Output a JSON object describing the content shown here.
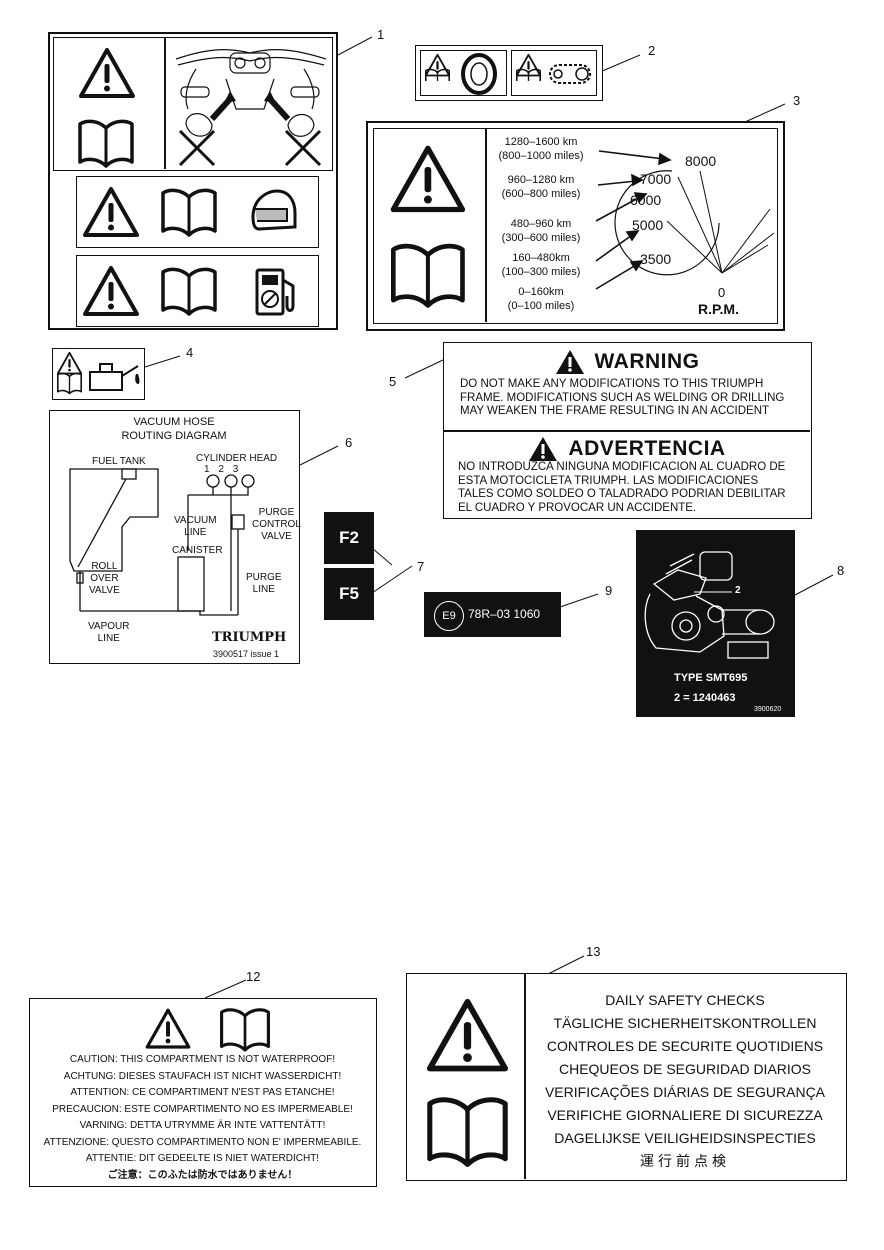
{
  "callouts": [
    "1",
    "2",
    "3",
    "4",
    "5",
    "6",
    "7",
    "8",
    "9",
    "12",
    "13"
  ],
  "label3": {
    "ranges": [
      {
        "km": "1280–1600 km",
        "miles": "(800–1000 miles)"
      },
      {
        "km": "960–1280 km",
        "miles": "(600–800 miles)"
      },
      {
        "km": "480–960 km",
        "miles": "(300–600 miles)"
      },
      {
        "km": "160–480km",
        "miles": "(100–300 miles)"
      },
      {
        "km": "0–160km",
        "miles": "(0–100 miles)"
      }
    ],
    "rpm_values": [
      "8000",
      "7000",
      "6000",
      "5000",
      "3500",
      "0"
    ],
    "rpm_label": "R.P.M."
  },
  "label5": {
    "warning_title": "WARNING",
    "warning_lines": [
      "DO  NOT MAKE ANY MODIFICATIONS TO THIS TRIUMPH",
      "FRAME.  MODIFICATIONS SUCH AS WELDING OR DRILLING",
      "MAY WEAKEN THE FRAME RESULTING IN AN ACCIDENT"
    ],
    "advertencia_title": "ADVERTENCIA",
    "advertencia_lines": [
      "NO INTRODUZCA NINGUNA MODIFICACION AL CUADRO DE",
      "ESTA MOTOCICLETA TRIUMPH.  LAS MODIFICACIONES",
      "TALES COMO SOLDEO O TALADRADO PODRIAN DEBILITAR",
      "EL CUADRO Y PROVOCAR UN ACCIDENTE."
    ]
  },
  "label6": {
    "title": "VACUUM HOSE",
    "subtitle": "ROUTING DIAGRAM",
    "fuel_tank": "FUEL TANK",
    "cylinder_head": "CYLINDER HEAD",
    "cyl_numbers": [
      "1",
      "2",
      "3"
    ],
    "vacuum_line": [
      "VACUUM",
      "LINE"
    ],
    "purge_valve": [
      "PURGE",
      "CONTROL",
      "VALVE"
    ],
    "canister": "CANISTER",
    "purge_line": [
      "PURGE",
      "LINE"
    ],
    "rollover": [
      "ROLL",
      "OVER",
      "VALVE"
    ],
    "vapour_line": [
      "VAPOUR",
      "LINE"
    ],
    "brand": "TRIUMPH",
    "part": "3900517 issue 1"
  },
  "label7": {
    "fuses": [
      "F2",
      "F5"
    ]
  },
  "label8": {
    "pointer": "2",
    "type": "TYPE  SMT695",
    "code": "2 = 1240463",
    "part": "3900620"
  },
  "label9": {
    "mark": "E9",
    "code": "78R–03 1060"
  },
  "label12": {
    "lines": [
      "CAUTION: THIS COMPARTMENT IS NOT WATERPROOF!",
      "ACHTUNG: DIESES STAUFACH IST NICHT WASSERDICHT!",
      "ATTENTION: CE COMPARTIMENT N'EST PAS ETANCHE!",
      "PRECAUCION:  ESTE COMPARTIMENTO NO ES IMPERMEABLE!",
      "VARNING: DETTA UTRYMME ÄR INTE VATTENTÄTT!",
      "ATTENZIONE: QUESTO COMPARTIMENTO NON E' IMPERMEABILE.",
      "ATTENTIE:  DIT GEDEELTE IS NIET WATERDICHT!",
      "ご注意：このふたは防水ではありません！"
    ]
  },
  "label13": {
    "lines": [
      "DAILY SAFETY CHECKS",
      "TÄGLICHE SICHERHEITSKONTROLLEN",
      "CONTROLES DE SECURITE QUOTIDIENS",
      "CHEQUEOS DE SEGURIDAD DIARIOS",
      "VERIFICAÇÕES DIÁRIAS DE SEGURANÇA",
      "VERIFICHE GIORNALIERE DI SICUREZZA",
      "DAGELIJKSE VEILIGHEIDSINSPECTIES",
      "運行前点検"
    ]
  }
}
